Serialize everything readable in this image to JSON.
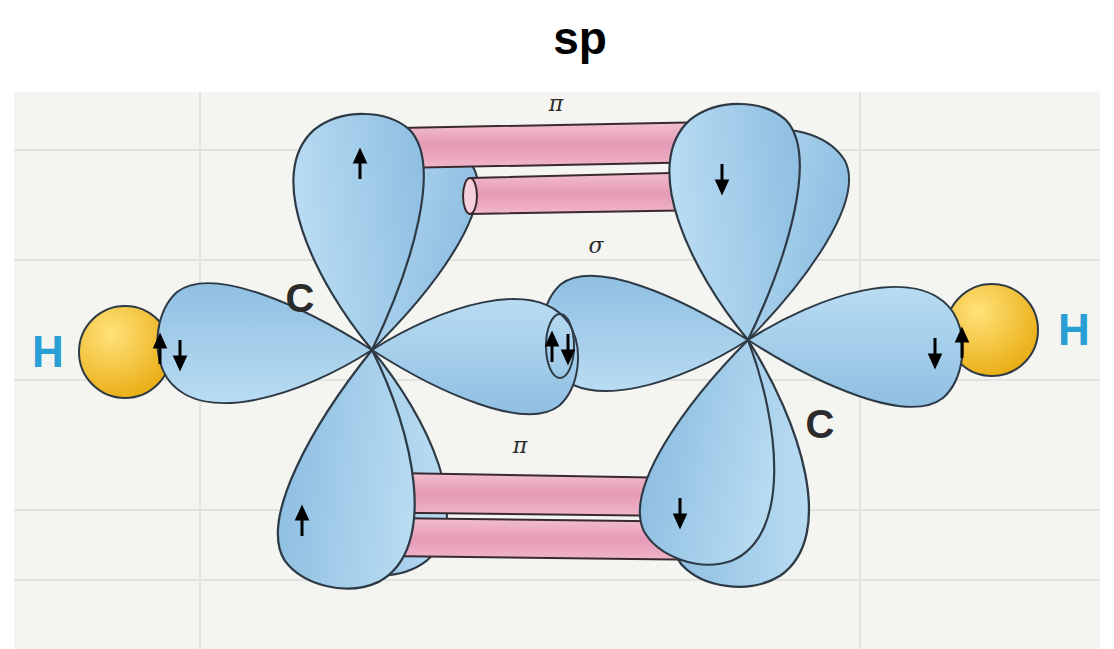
{
  "diagram": {
    "title": "sp",
    "labels": [
      "π",
      "C",
      "σ",
      "H",
      "H",
      "C",
      "π"
    ]
  }
}
